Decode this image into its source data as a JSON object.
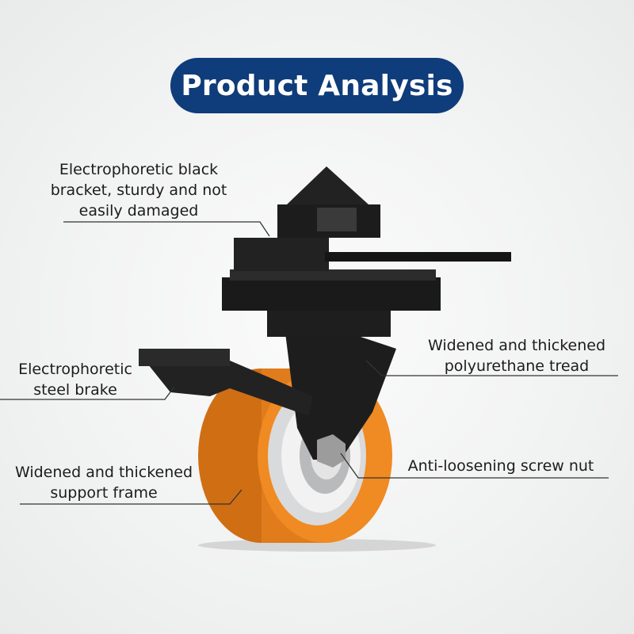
{
  "title": "Product Analysis",
  "callouts": {
    "bracket": [
      "Electrophoretic black",
      "bracket, sturdy and not",
      "easily damaged"
    ],
    "tread": [
      "Widened and thickened",
      "polyurethane tread"
    ],
    "brake": [
      "Electrophoretic",
      "steel brake"
    ],
    "frame": [
      "Widened and thickened",
      "support frame"
    ],
    "nut": [
      "Anti-loosening screw nut"
    ]
  },
  "colors": {
    "title_bg": "#0f3c7a",
    "wheel": "#e8821e",
    "bracket": "#1b1b1b"
  }
}
